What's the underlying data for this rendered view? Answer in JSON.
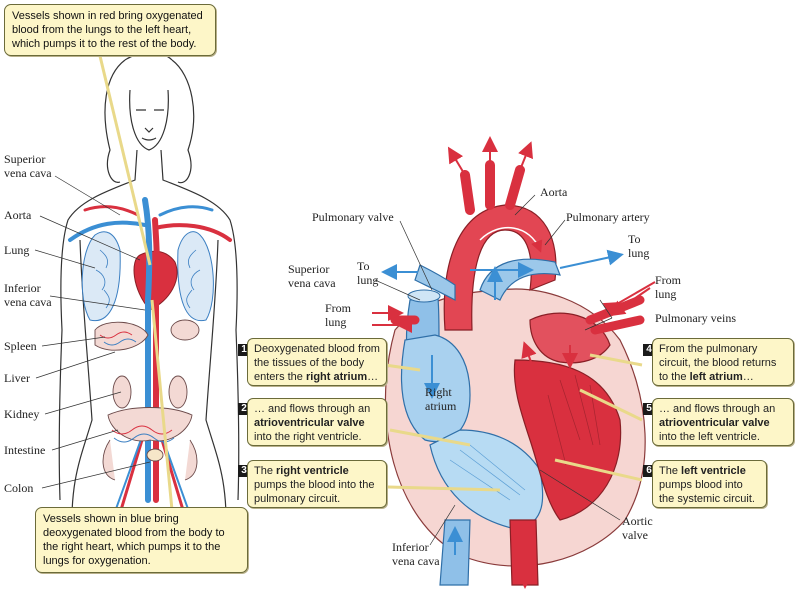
{
  "callouts": {
    "red_vessels": "Vessels shown in red bring oxygenated blood from the lungs to the left heart, which pumps it to the rest of the body.",
    "blue_vessels": "Vessels shown in blue bring deoxygenated blood from the body to the right heart, which pumps it to the lungs for oxygenation."
  },
  "body_labels": {
    "superior_vena_cava_1": "Superior",
    "superior_vena_cava_2": "vena cava",
    "aorta": "Aorta",
    "lung": "Lung",
    "inferior_vena_cava_1": "Inferior",
    "inferior_vena_cava_2": "vena cava",
    "spleen": "Spleen",
    "liver": "Liver",
    "kidney": "Kidney",
    "intestine": "Intestine",
    "colon": "Colon"
  },
  "heart_labels": {
    "pulmonary_valve": "Pulmonary valve",
    "aorta": "Aorta",
    "pulmonary_artery": "Pulmonary artery",
    "to_lung_right_1": "To",
    "to_lung_right_2": "lung",
    "to_lung_left_1": "To",
    "to_lung_left_2": "lung",
    "superior_vena_cava_1": "Superior",
    "superior_vena_cava_2": "vena cava",
    "from_lung_left_1": "From",
    "from_lung_left_2": "lung",
    "from_lung_right_1": "From",
    "from_lung_right_2": "lung",
    "pulmonary_veins": "Pulmonary veins",
    "right_atrium_1": "Right",
    "right_atrium_2": "atrium",
    "aortic_valve_1": "Aortic",
    "aortic_valve_2": "valve",
    "inferior_vena_cava_1": "Inferior",
    "inferior_vena_cava_2": "vena cava"
  },
  "steps": [
    {
      "num": "1",
      "pre": "Deoxygenated blood from the tissues of the body enters the ",
      "bold": "right atrium",
      "post": "…"
    },
    {
      "num": "2",
      "pre": "… and flows through an ",
      "bold": "atrioventricular valve",
      "post": " into the right ventricle."
    },
    {
      "num": "3",
      "pre": "The ",
      "bold": "right ventricle",
      "post": " pumps the blood into the pulmonary circuit."
    },
    {
      "num": "4",
      "pre": "From the pulmonary circuit, the blood returns to the ",
      "bold": "left atrium",
      "post": "…"
    },
    {
      "num": "5",
      "pre": "… and flows through an ",
      "bold": "atrioventricular valve",
      "post": " into the left ventricle."
    },
    {
      "num": "6",
      "pre": "The ",
      "bold": "left ventricle",
      "post": " pumps blood into the systemic circuit."
    }
  ],
  "colors": {
    "oxygenated": "#d9303f",
    "deoxygenated": "#3b8fd4",
    "callout_fill": "#fdf6c8",
    "leader_line": "#e9d98a"
  }
}
